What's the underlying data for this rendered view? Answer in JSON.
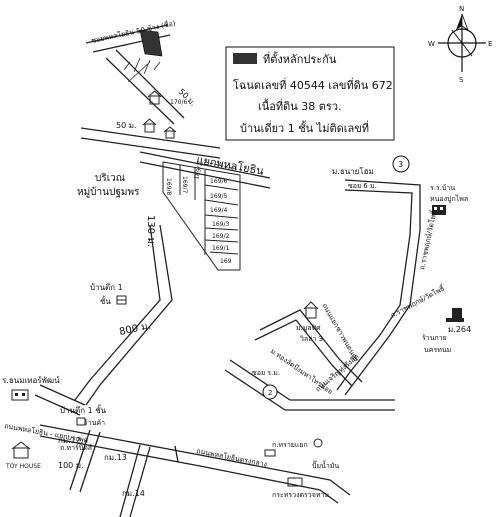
{
  "info_box": {
    "legend_label": "ที่ตั้งหลักประกัน",
    "deed_line": "โฉนดเลขที่ 40544  เลขที่ดิน 672",
    "area_line": "เนื้อที่ดิน 38 ตรว.",
    "building_line": "บ้านเดี่ยว 1 ชั้น ไม่ติดเลขที่"
  },
  "compass": {
    "n": "N",
    "s": "S",
    "e": "E",
    "w": "W"
  },
  "labels": {
    "top_road": "ซอยพหลโยธิน 50 ข้าง (ชื่อ)",
    "lot_1706": "170/6",
    "dist_50_top": "50 ม.",
    "dist_50_mid": "50 ม.",
    "road_main": "แยกพหลโยธิน",
    "area_name_1": "บริเวณ",
    "area_name_2": "หมู่บ้านปฐมพร",
    "dist_130": "130 ม.",
    "house_1_a": "บ้านตึก 1",
    "house_1_b": "ชั้น",
    "dist_800": "800 ม.",
    "village_road": "ม.ธนายโฮม",
    "circle_3": "3",
    "soi_6": "ซอย 6 ม.",
    "school_a": "ร.ร.บ้าน",
    "school_b": "หนองปูกไพล",
    "road_right": "ถ.ราชพฤกษ์/วัดโพธิ์",
    "temple": "ม.บูลทิศ",
    "temple_b": "วิลล่า 3",
    "road_mid": "ถนนแยกชาวพนดนดง",
    "road_mid2": "ม.ทองลัดบึงมหาไทรน้อย",
    "soi_left": "ซอย ร.ม.",
    "circle_2": "2",
    "km_264": "ม.264",
    "shop_a": "ร้านกาย",
    "shop_b": "นครทนม",
    "road_low": "ถนนเจริญทุ่งรังสิต",
    "mall": "ร.ธนมเทอร์พัฒน์",
    "house_2": "บ้านตึก 1 ชั้น",
    "shop_c": "ร้านค้า",
    "main_road": "ถนนพหลโยธิน - แยกบางพูด",
    "km_12": "กม.12",
    "km_13": "กม.13",
    "km_14": "กม.14",
    "toy_house": "TOY HOUSE",
    "dist_100": "100 ม.",
    "tollway": "ถ.ทาร์ปิดส์",
    "road_bottom": "ถนนพหลโยธินตรงกลาง",
    "river": "ก.ทรายแยก",
    "gas": "ปั๊มน้ำมัน",
    "school_c": "กระทรวงตรวจทาน",
    "lots": [
      "169/6",
      "169/7",
      "169/5",
      "169/4",
      "169/3",
      "169/2",
      "169/1",
      "169"
    ],
    "lot_top": "169/8",
    "lot_small": "169/7"
  }
}
